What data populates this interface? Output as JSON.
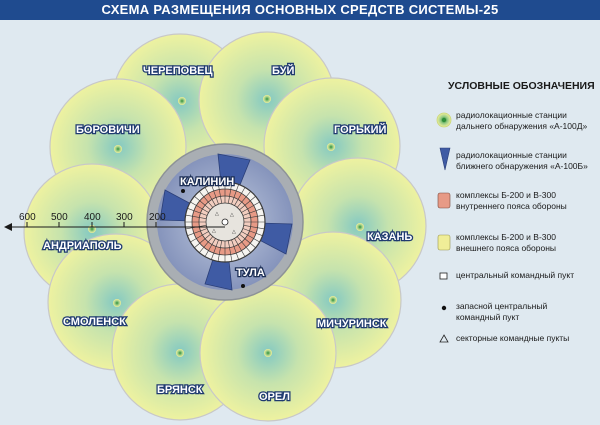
{
  "title": "СХЕМА РАЗМЕЩЕНИЯ ОСНОВНЫХ СРЕДСТВ СИСТЕМЫ-25",
  "cities": {
    "cherepovets": "ЧЕРЕПОВЕЦ",
    "bui": "БУЙ",
    "borovichi": "БОРОВИЧИ",
    "gorky": "ГОРЬКИЙ",
    "kalinin": "КАЛИНИН",
    "kazan": "КАЗАНЬ",
    "andriapol": "АНДРИАПОЛЬ",
    "tula": "ТУЛА",
    "smolensk": "СМОЛЕНСК",
    "michurinsk": "МИЧУРИНСК",
    "bryansk": "БРЯНСК",
    "orel": "ОРЕЛ"
  },
  "scale": {
    "ticks": [
      "600",
      "500",
      "400",
      "300",
      "200"
    ]
  },
  "legend": {
    "title": "УСЛОВНЫЕ ОБОЗНАЧЕНИЯ",
    "items": [
      {
        "icon": "long-range-radar-icon",
        "text": "радиолокационные станции\nдальнего обнаружения «А-100Д»"
      },
      {
        "icon": "short-range-radar-icon",
        "text": "радиолокационные станции\nближнего обнаружения «А-100Б»"
      },
      {
        "icon": "inner-belt-complex-icon",
        "text": "комплексы Б-200 и В-300\nвнутреннего пояса обороны"
      },
      {
        "icon": "outer-belt-complex-icon",
        "text": "комплексы Б-200 и В-300\nвнешнего пояса обороны"
      },
      {
        "icon": "central-command-post-icon",
        "text": "центральный командный пукт"
      },
      {
        "icon": "reserve-command-post-icon",
        "text": "запасной центральный\nкомандный пукт"
      },
      {
        "icon": "sector-command-post-icon",
        "text": "секторные командные пукты"
      }
    ]
  },
  "colors": {
    "title_bar": "#1f4b8f",
    "background": "#dfe9f0",
    "outer_zone": "#e9ef9a",
    "outer_zone_center": "#8fcfc4",
    "ring_gray": "#a9aeb3",
    "radar_sector": "#3f5ba4",
    "inner_ring": "#e79a86",
    "city_text_stroke": "#1f3a70"
  }
}
